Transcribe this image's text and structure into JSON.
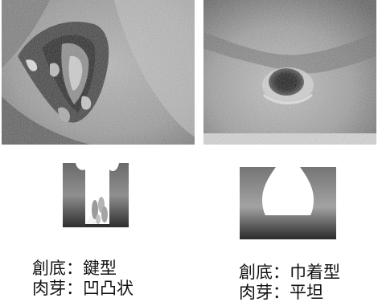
{
  "panels": [
    {
      "id": "left",
      "caption": {
        "line1": "創底：鍵型",
        "line2": "肉芽：凹凸状"
      }
    },
    {
      "id": "right",
      "caption": {
        "line1": "創底：巾着型",
        "line2": "肉芽：平坦"
      }
    }
  ]
}
